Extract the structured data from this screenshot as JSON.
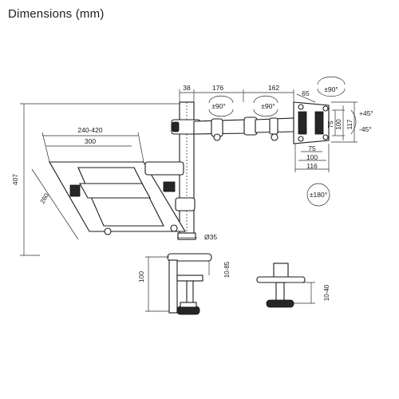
{
  "title": "Dimensions (mm)",
  "labels": {
    "arm_38": "38",
    "arm_176": "176",
    "arm_162": "162",
    "arm_65": "65",
    "rot_90_top": "±90°",
    "rot_90_a": "±90°",
    "rot_90_b": "±90°",
    "tilt_up": "+45°",
    "tilt_down": "-45°",
    "vesa_75_v": "75",
    "vesa_100_v": "100",
    "vesa_117": "117",
    "vesa_75_h": "75",
    "vesa_100_h": "100",
    "vesa_116": "116",
    "rot_180": "±180°",
    "tray_240_420": "240-420",
    "tray_300": "300",
    "tray_260": "260",
    "height_407": "407",
    "pole_35": "Ø35",
    "clamp_100": "100",
    "clamp_10_85": "10-85",
    "grommet_10_40": "10-40"
  }
}
